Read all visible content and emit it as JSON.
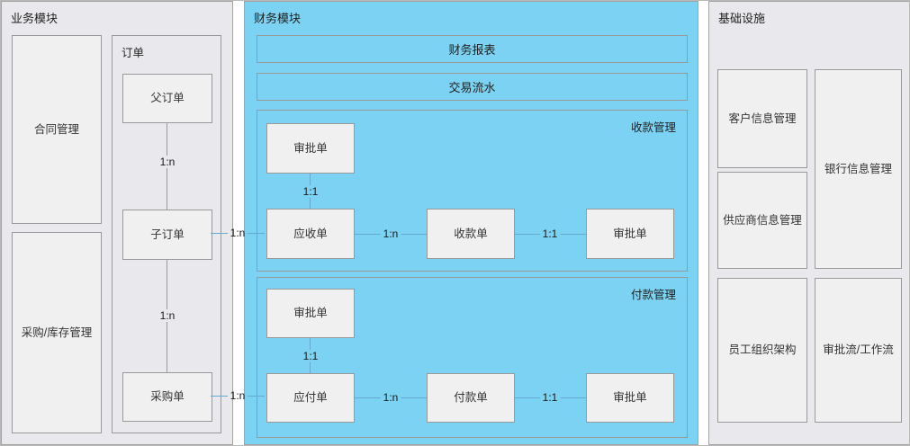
{
  "business": {
    "title": "业务模块",
    "contract_label": "合同管理",
    "procurement_label": "采购/库存管理",
    "orders": {
      "title": "订单",
      "parent_label": "父订单",
      "child_label": "子订单",
      "purchase_label": "采购单",
      "rel_parent_child": "1:n",
      "rel_child_purchase": "1:n"
    }
  },
  "finance": {
    "title": "财务模块",
    "report_label": "财务报表",
    "transaction_label": "交易流水",
    "receipt": {
      "title": "收款管理",
      "approval_top_label": "审批单",
      "receivable_label": "应收单",
      "receipt_label": "收款单",
      "approval_side_label": "审批单",
      "rel_top": "1:1",
      "rel_mid": "1:n",
      "rel_side": "1:1"
    },
    "payment": {
      "title": "付款管理",
      "approval_top_label": "审批单",
      "payable_label": "应付单",
      "payment_label": "付款单",
      "approval_side_label": "审批单",
      "rel_top": "1:1",
      "rel_mid": "1:n",
      "rel_side": "1:1"
    }
  },
  "infrastructure": {
    "title": "基础设施",
    "customer_label": "客户信息管理",
    "supplier_label": "供应商信息管理",
    "employee_label": "员工组织架构",
    "bank_label": "银行信息管理",
    "workflow_label": "审批流/工作流"
  },
  "cross_links": {
    "child_to_receivable": "1:n",
    "purchase_to_payable": "1:n"
  },
  "colors": {
    "gray_module_bg": "#e9e9ed",
    "blue_module_bg": "#7cd2f2",
    "box_bg": "#f0f0f0",
    "border_color": "#999999",
    "connector_color": "#66a9d0",
    "canvas_bg": "#ffffff"
  }
}
